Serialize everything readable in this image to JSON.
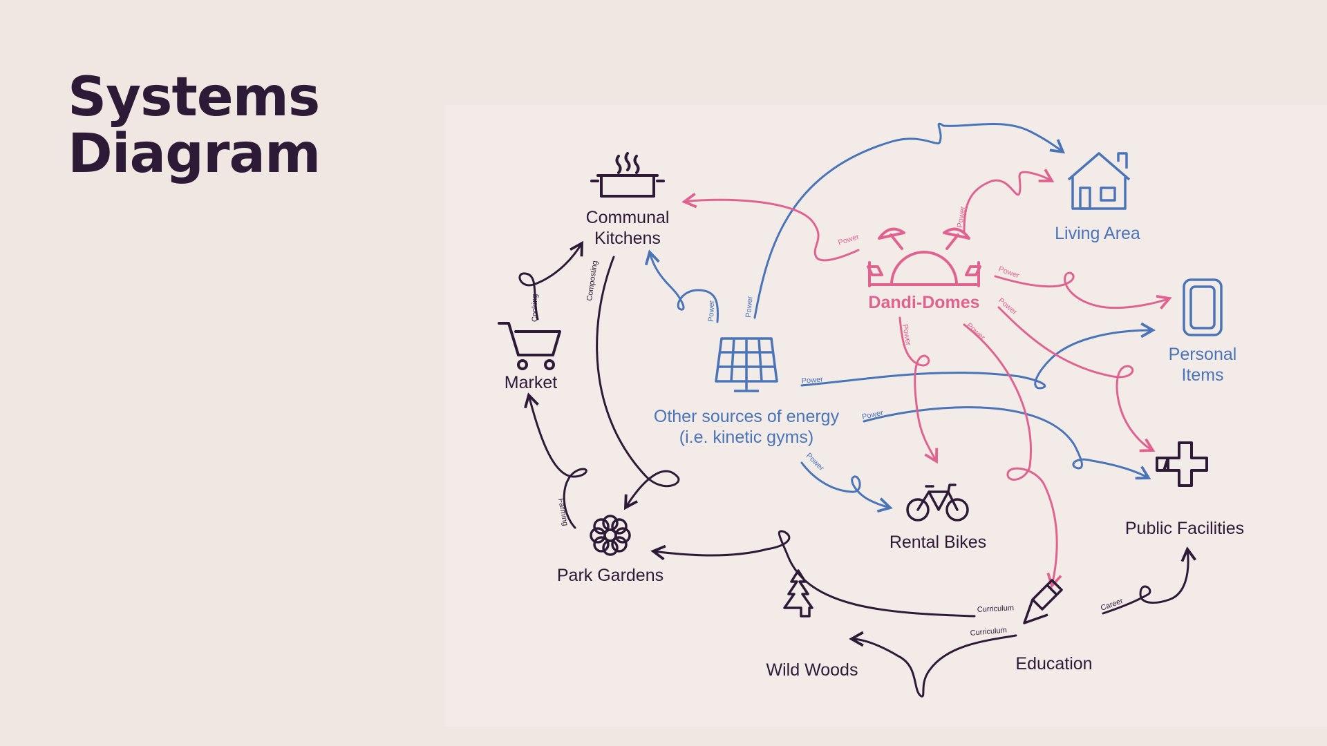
{
  "title": {
    "line1": "Systems",
    "line2": "Diagram"
  },
  "colors": {
    "dark": "#2d1a36",
    "blue": "#4a74b8",
    "pink": "#e0628f",
    "background": "#f0e7e3"
  },
  "nodes": {
    "communal_kitchens": {
      "line1": "Communal",
      "line2": "Kitchens",
      "icon": "cooking-pot-icon"
    },
    "market": {
      "label": "Market",
      "icon": "shopping-cart-icon"
    },
    "park_gardens": {
      "label": "Park Gardens",
      "icon": "flower-icon"
    },
    "other_energy": {
      "line1": "Other sources of energy",
      "line2": "(i.e. kinetic gyms)",
      "icon": "solar-panel-icon"
    },
    "dandi_domes": {
      "label": "Dandi-Domes",
      "icon": "dome-icon"
    },
    "living_area": {
      "label": "Living Area",
      "icon": "house-icon"
    },
    "personal_items": {
      "line1": "Personal",
      "line2": "Items",
      "icon": "phone-icon"
    },
    "public_facilities": {
      "label": "Public Facilities",
      "icon": "medical-cross-icon"
    },
    "rental_bikes": {
      "label": "Rental Bikes",
      "icon": "bicycle-icon"
    },
    "education": {
      "label": "Education",
      "icon": "pencil-icon"
    },
    "wild_woods": {
      "label": "Wild Woods",
      "icon": "tree-icon"
    }
  },
  "edge_labels": {
    "cooking": "Cooking",
    "composting": "Composting",
    "farming": "Farming",
    "power": "Power",
    "curriculum": "Curriculum",
    "career": "Career"
  }
}
